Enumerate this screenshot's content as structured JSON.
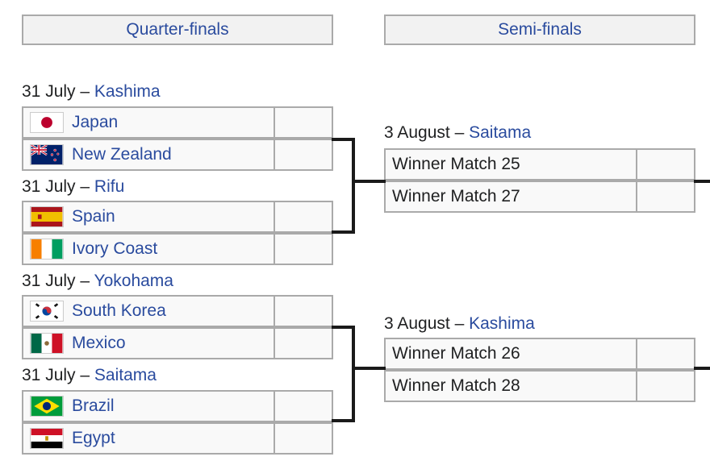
{
  "rounds": {
    "quarter_finals": "Quarter-finals",
    "semi_finals": "Semi-finals"
  },
  "quarter_finals": [
    {
      "date": "31 July",
      "separator": " – ",
      "venue": "Kashima",
      "teams": [
        {
          "name": "Japan",
          "flag": "japan-flag-icon",
          "score": ""
        },
        {
          "name": "New Zealand",
          "flag": "new-zealand-flag-icon",
          "score": ""
        }
      ]
    },
    {
      "date": "31 July",
      "separator": " – ",
      "venue": "Rifu",
      "teams": [
        {
          "name": "Spain",
          "flag": "spain-flag-icon",
          "score": ""
        },
        {
          "name": "Ivory Coast",
          "flag": "ivory-coast-flag-icon",
          "score": ""
        }
      ]
    },
    {
      "date": "31 July",
      "separator": " – ",
      "venue": "Yokohama",
      "teams": [
        {
          "name": "South Korea",
          "flag": "south-korea-flag-icon",
          "score": ""
        },
        {
          "name": "Mexico",
          "flag": "mexico-flag-icon",
          "score": ""
        }
      ]
    },
    {
      "date": "31 July",
      "separator": " – ",
      "venue": "Saitama",
      "teams": [
        {
          "name": "Brazil",
          "flag": "brazil-flag-icon",
          "score": ""
        },
        {
          "name": "Egypt",
          "flag": "egypt-flag-icon",
          "score": ""
        }
      ]
    }
  ],
  "semi_finals": [
    {
      "date": "3 August",
      "separator": " – ",
      "venue": "Saitama",
      "teams": [
        {
          "name": "Winner Match 25",
          "score": ""
        },
        {
          "name": "Winner Match 27",
          "score": ""
        }
      ]
    },
    {
      "date": "3 August",
      "separator": " – ",
      "venue": "Kashima",
      "teams": [
        {
          "name": "Winner Match 26",
          "score": ""
        },
        {
          "name": "Winner Match 28",
          "score": ""
        }
      ]
    }
  ],
  "colors": {
    "link": "#2a4b9e",
    "header_bg": "#f2f2f2",
    "cell_bg": "#f9f9f9",
    "border": "#aaaaaa",
    "bracket_line": "#1a1a1a"
  }
}
